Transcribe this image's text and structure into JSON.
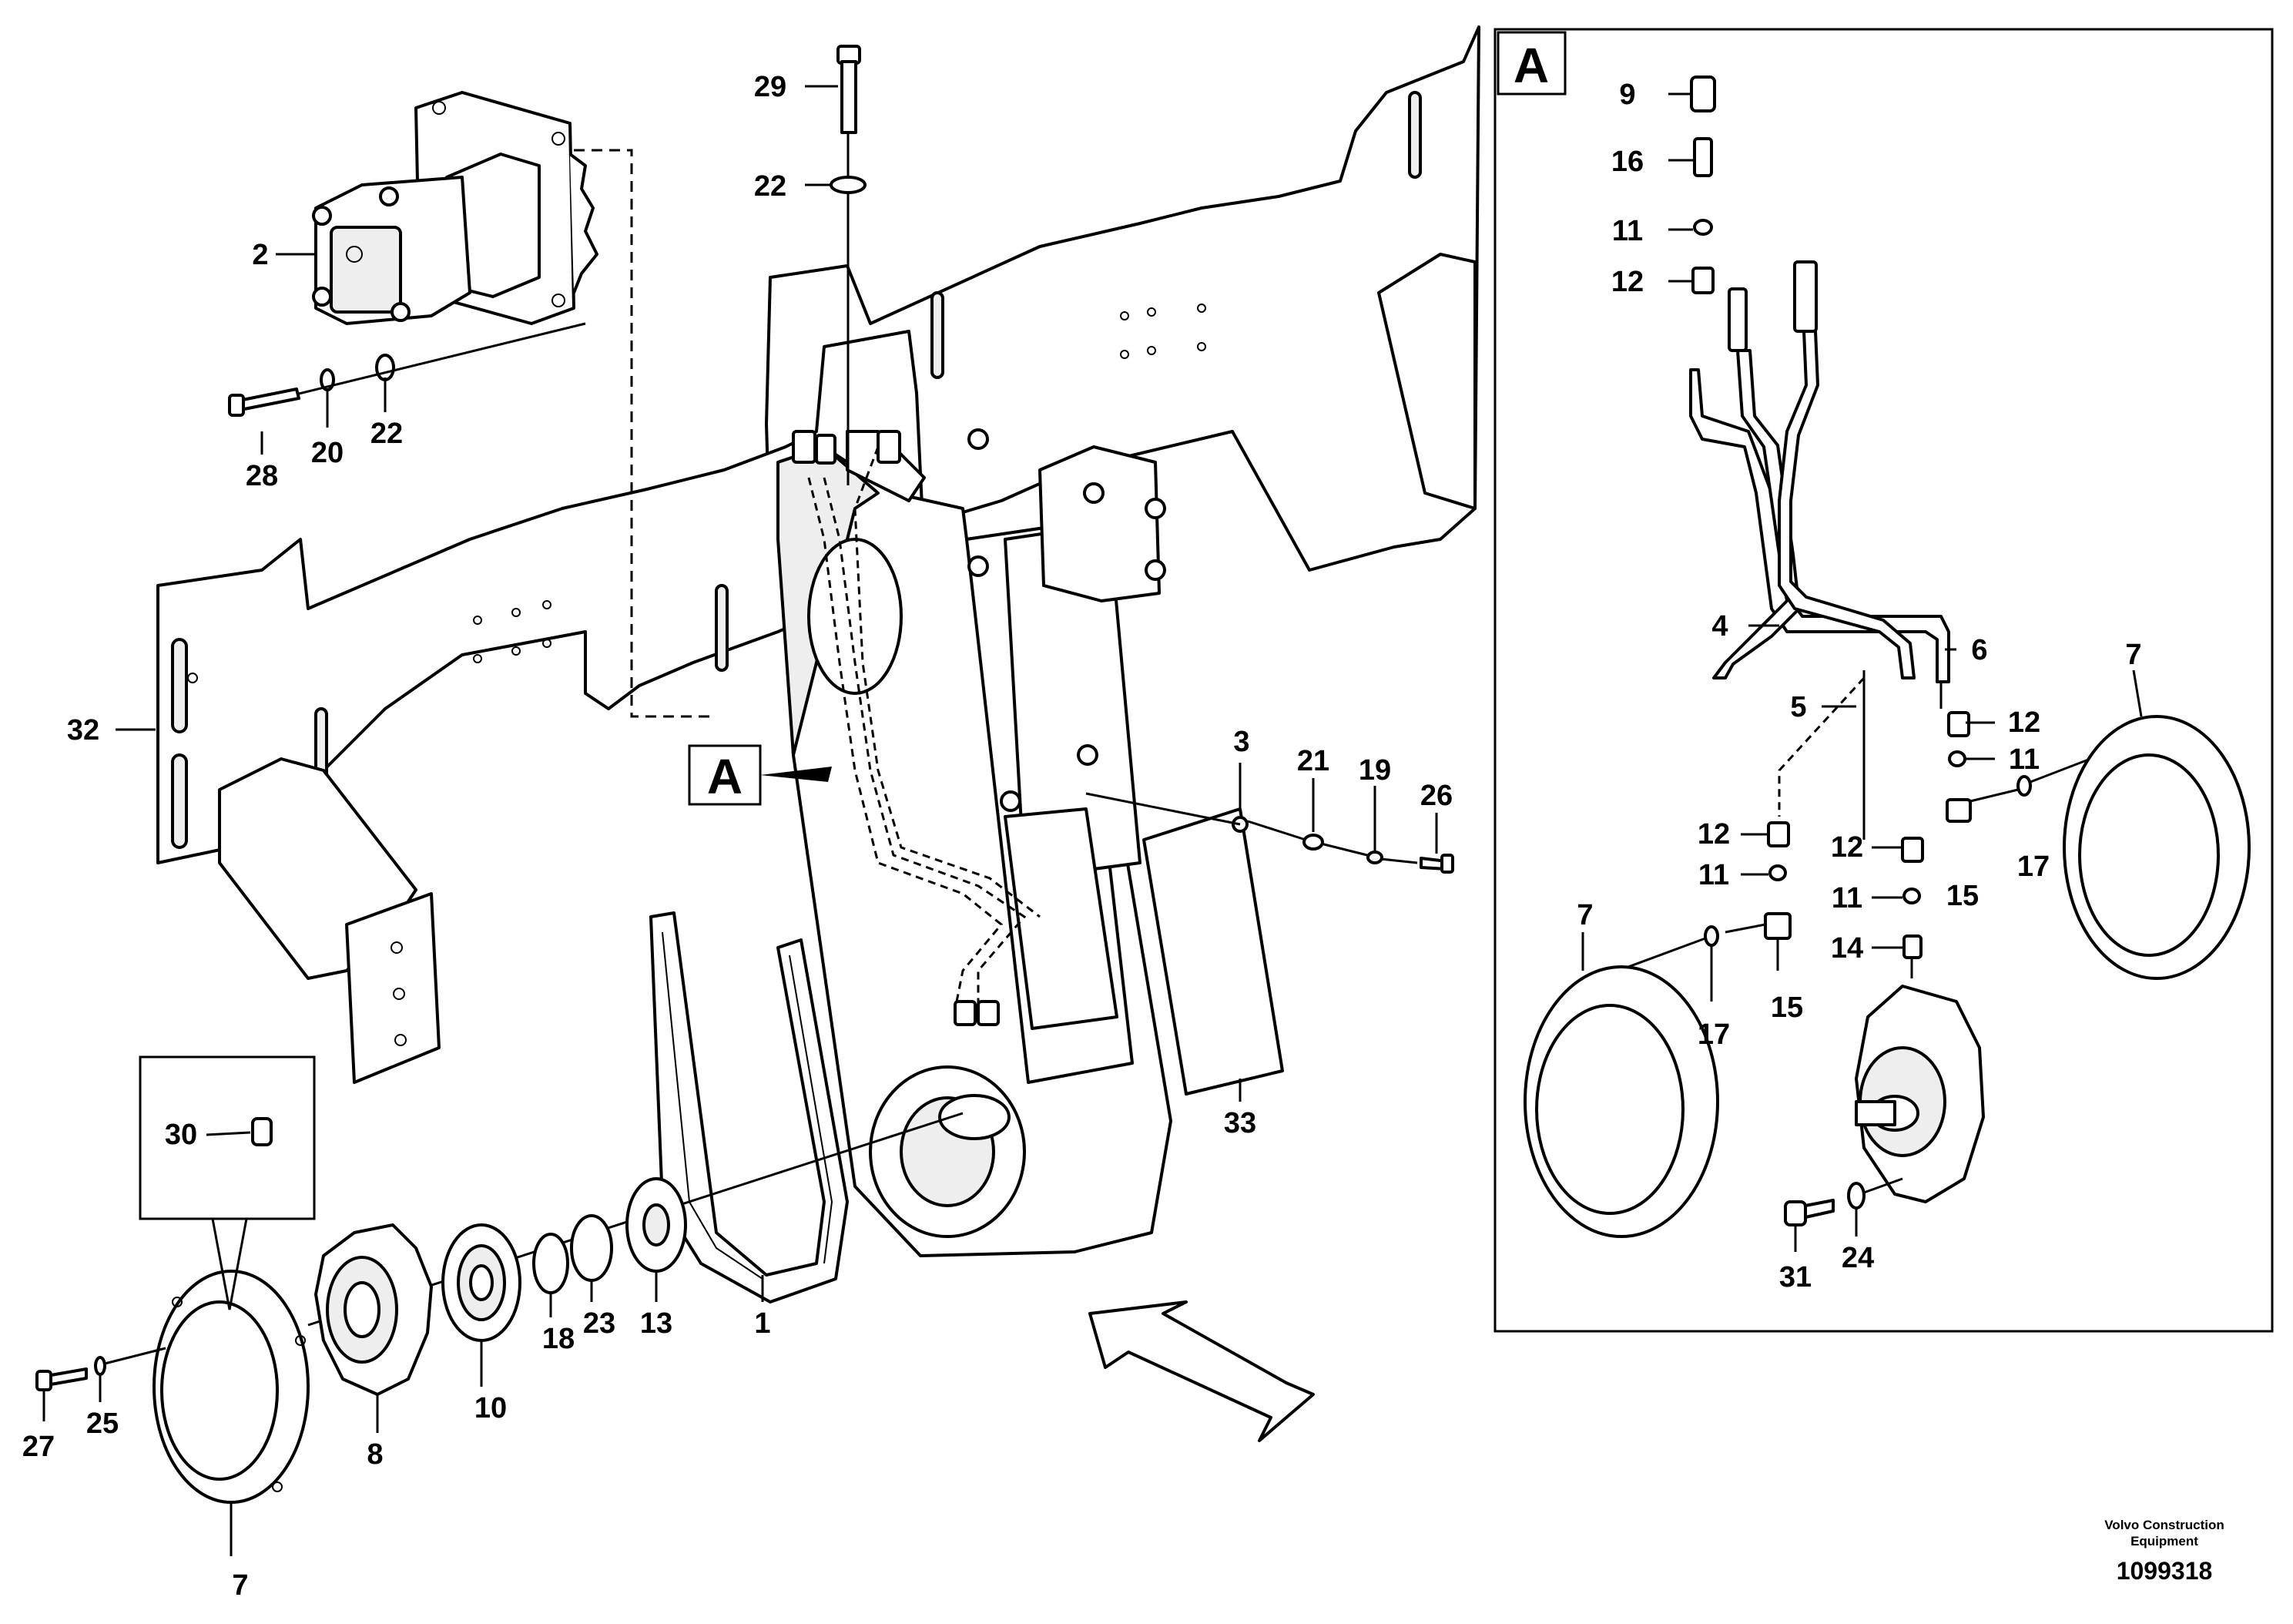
{
  "inset_label": "A",
  "callout_label": "A",
  "credit": {
    "line1": "Volvo Construction",
    "line2": "Equipment",
    "part_number": "1099318"
  },
  "main_callouts": [
    {
      "id": "m29",
      "text": "29"
    },
    {
      "id": "m22a",
      "text": "22"
    },
    {
      "id": "m2",
      "text": "2"
    },
    {
      "id": "m28",
      "text": "28"
    },
    {
      "id": "m20",
      "text": "20"
    },
    {
      "id": "m22b",
      "text": "22"
    },
    {
      "id": "m32",
      "text": "32"
    },
    {
      "id": "m3",
      "text": "3"
    },
    {
      "id": "m21",
      "text": "21"
    },
    {
      "id": "m19",
      "text": "19"
    },
    {
      "id": "m26",
      "text": "26"
    },
    {
      "id": "m33",
      "text": "33"
    },
    {
      "id": "m30",
      "text": "30"
    },
    {
      "id": "m1",
      "text": "1"
    },
    {
      "id": "m13",
      "text": "13"
    },
    {
      "id": "m23",
      "text": "23"
    },
    {
      "id": "m18",
      "text": "18"
    },
    {
      "id": "m10",
      "text": "10"
    },
    {
      "id": "m8",
      "text": "8"
    },
    {
      "id": "m7",
      "text": "7"
    },
    {
      "id": "m27",
      "text": "27"
    },
    {
      "id": "m25",
      "text": "25"
    }
  ],
  "inset_callouts": [
    {
      "id": "i9",
      "text": "9"
    },
    {
      "id": "i16",
      "text": "16"
    },
    {
      "id": "i11a",
      "text": "11"
    },
    {
      "id": "i12a",
      "text": "12"
    },
    {
      "id": "i4",
      "text": "4"
    },
    {
      "id": "i6",
      "text": "6"
    },
    {
      "id": "i7a",
      "text": "7"
    },
    {
      "id": "i5",
      "text": "5"
    },
    {
      "id": "i12b",
      "text": "12"
    },
    {
      "id": "i11b",
      "text": "11"
    },
    {
      "id": "i17a",
      "text": "17"
    },
    {
      "id": "i15a",
      "text": "15"
    },
    {
      "id": "i12c",
      "text": "12"
    },
    {
      "id": "i11c",
      "text": "11"
    },
    {
      "id": "i12d",
      "text": "12"
    },
    {
      "id": "i11d",
      "text": "11"
    },
    {
      "id": "i14",
      "text": "14"
    },
    {
      "id": "i7b",
      "text": "7"
    },
    {
      "id": "i17b",
      "text": "17"
    },
    {
      "id": "i15b",
      "text": "15"
    },
    {
      "id": "i24",
      "text": "24"
    },
    {
      "id": "i31",
      "text": "31"
    }
  ]
}
